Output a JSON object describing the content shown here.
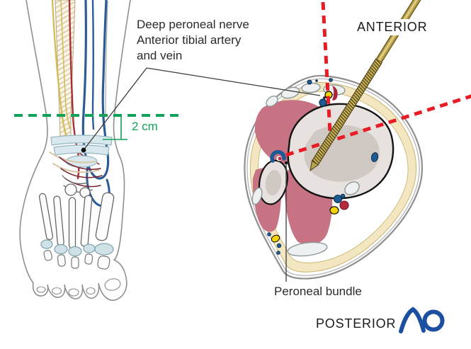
{
  "figure": {
    "type": "medical-illustration",
    "subject": "Ankle pin insertion: safe zone relative to neurovascular structures"
  },
  "annotations": {
    "neurovascular_label": {
      "lines": [
        "Deep peroneal nerve",
        "Anterior tibial artery",
        "and vein"
      ]
    },
    "measurement_label": "2 cm",
    "anterior_label": "ANTERIOR",
    "posterior_label": "POSTERIOR",
    "peroneal_bundle_label": "Peroneal bundle",
    "logo_text": "AO"
  },
  "colors": {
    "measurement_green": "#12a158",
    "trajectory_red": "#e81c24",
    "pin_gold": "#cdb75e",
    "muscle_pink": "#c77383",
    "fat_cream": "#f3e7c2",
    "bone_gray": "#e7e2df",
    "vein_blue": "#1e5a94",
    "artery_red": "#b3293b",
    "nerve_yellow": "#f2d200",
    "logo_blue": "#1d4fa1",
    "text_dark": "#2b2b2b"
  }
}
